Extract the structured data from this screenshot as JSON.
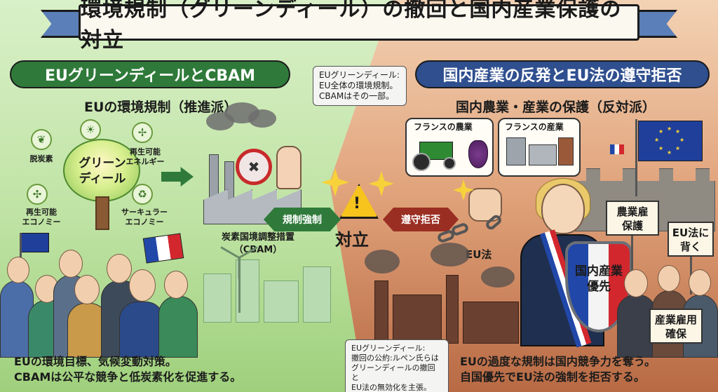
{
  "title": "環境規制（グリーンディール）の撤回と国内産業保護の対立",
  "left": {
    "header": "EUグリーンディールとCBAM",
    "subtitle": "EUの環境規制（推進派）",
    "tree_label": "グリーン\nディール",
    "badges": {
      "decarb": "脱炭素",
      "renew_energy_1": "再生可能",
      "renew_energy_2": "エネルギー",
      "renew_econ_1": "再生可能",
      "renew_econ_2": "エコノミー",
      "circular_1": "サーキュラー",
      "circular_2": "エコノミー"
    },
    "cbam_1": "炭素国境調整措置",
    "cbam_2": "（CBAM）",
    "tag": "規制強制",
    "caption_1": "EUの環境目標、気候変動対策。",
    "caption_2": "CBAMは公平な競争と低炭素化を促進する。"
  },
  "center": {
    "conflict": "対立",
    "warning_mark": "!",
    "note_top_1": "EUグリーンディール:",
    "note_top_2": "EU全体の環境規制。",
    "note_top_3": "CBAMはその一部。",
    "note_bottom_1": "EUグリーンディール:",
    "note_bottom_2": "撤回の公約:ルペン氏らは",
    "note_bottom_3": "グリーンディールの撤回と",
    "note_bottom_4": "EU法の無効化を主張。"
  },
  "right": {
    "header": "国内産業の反発とEU法の遵守拒否",
    "subtitle": "国内農業・産業の保護（反対派）",
    "farm_label": "フランスの農業",
    "industry_label": "フランスの産業",
    "tag": "遵守拒否",
    "eu_law": "EU法",
    "shield_1": "国内産業",
    "shield_2": "優先",
    "placard_farm_1": "農業雇",
    "placard_farm_2": "保護",
    "placard_eulaw_1": "EU法に",
    "placard_eulaw_2": "背く",
    "placard_jobs_1": "産業雇用",
    "placard_jobs_2": "確保",
    "caption_1": "EUの過度な規制は国内競争力を奪う。",
    "caption_2": "自国優先でEU法の強制を拒否する。"
  },
  "colors": {
    "green_header": "#2f7a3a",
    "blue_header": "#2f4f8f",
    "red_tag": "#9a2e22",
    "warning": "#f7c31d"
  }
}
